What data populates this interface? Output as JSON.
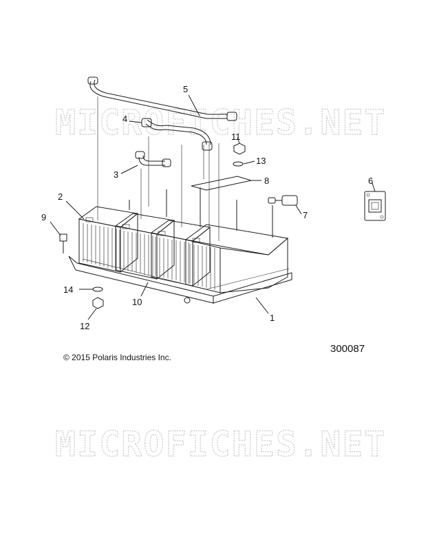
{
  "watermark": "MICROFICHES.NET",
  "copyright": "© 2015 Polaris Industries Inc.",
  "diagram_number": "300087",
  "callouts": {
    "c1": "1",
    "c2": "2",
    "c3": "3",
    "c4": "4",
    "c5": "5",
    "c6": "6",
    "c7": "7",
    "c8": "8",
    "c9": "9",
    "c10": "10",
    "c11": "11",
    "c12": "12",
    "c13": "13",
    "c14": "14"
  }
}
